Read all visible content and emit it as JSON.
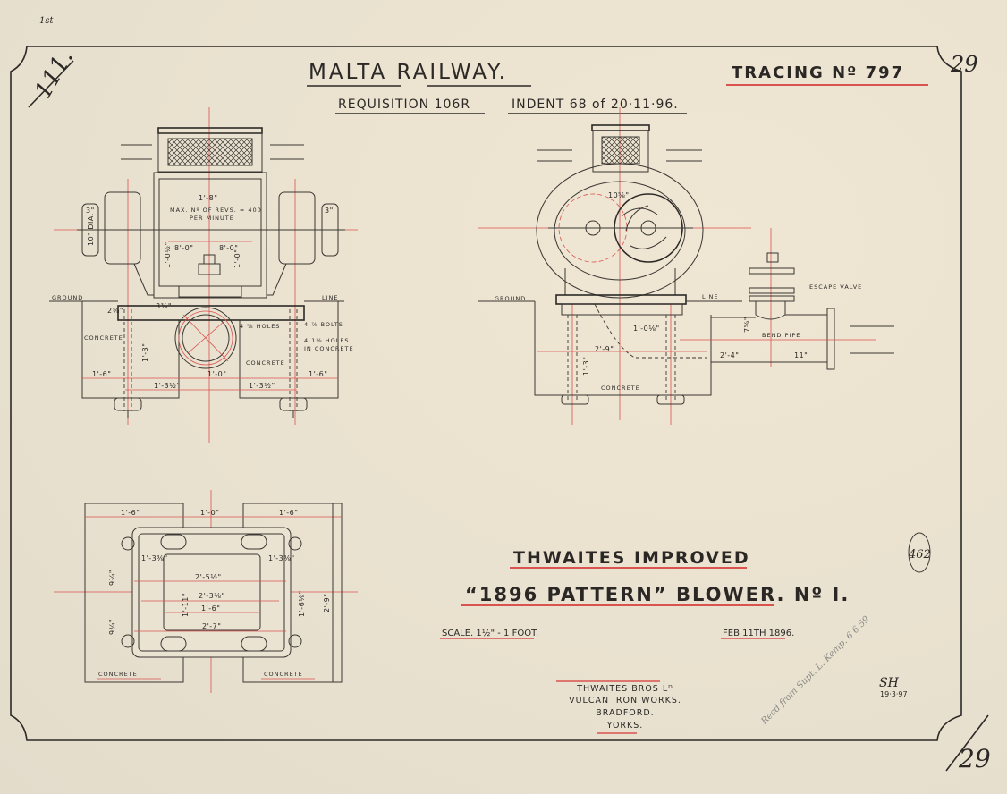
{
  "header": {
    "title": "MALTA RAILWAY.",
    "tracing": "TRACING Nº 797",
    "requisition": "REQUISITION 106R",
    "indent": "INDENT 68 of 20·11·96."
  },
  "annotations": {
    "top_left_number": "111.",
    "top_left_small": "1st",
    "top_right_number": "29",
    "bottom_right_number": "29",
    "circled_number": "462",
    "pencil_note": "Recd from Supt. L. Kemp. 6 6 59",
    "monogram": "SH",
    "monogram_date": "19·3·97"
  },
  "title_block": {
    "line1": "THWAITES IMPROVED",
    "line2": "“1896 PATTERN” BLOWER. Nº I.",
    "scale": "SCALE. 1½\" - 1 FOOT.",
    "date": "FEB 11TH 1896.",
    "maker": [
      "THWAITES BROS Lᴰ",
      "VULCAN IRON WORKS.",
      "BRADFORD.",
      "YORKS."
    ]
  },
  "front_elevation": {
    "ground": "GROUND",
    "line": "LINE",
    "revs": "MAX. Nº OF REVS. = 400",
    "per_minute": "PER MINUTE",
    "concrete_left": "CONCRETE",
    "concrete_right": "CONCRETE",
    "holes": "4 ⅝ HOLES",
    "bolts": "4 ⅞ BOLTS",
    "holes_concrete": "4 1⅜ HOLES",
    "in_concrete": "IN CONCRETE",
    "dims": [
      "1'-8\"",
      "8'-0\"",
      "8'-0\"",
      "1'-0½\"",
      "1'-0\"",
      "1'-3\"",
      "1'-6\"",
      "1'-3½\"",
      "1'-0\"",
      "1'-3½\"",
      "1'-6\"",
      "10\" DIA.",
      "3\"",
      "3\"",
      "2⅝\"",
      "3⅜\""
    ]
  },
  "side_elevation": {
    "ground": "GROUND",
    "line": "LINE",
    "escape_valve": "ESCAPE VALVE",
    "bend_pipe": "BEND PIPE",
    "concrete": "CONCRETE",
    "dims": [
      "10⅝\"",
      "1'-0⅛\"",
      "2'-9\"",
      "1'-3\"",
      "2'-4\"",
      "11\"",
      "7⅝\""
    ]
  },
  "plan": {
    "concrete_left": "CONCRETE",
    "concrete_right": "CONCRETE",
    "dims": [
      "1'-6\"",
      "1'-0\"",
      "1'-6\"",
      "1'-3⅜\"",
      "1'-3⅜\"",
      "9¼\"",
      "9¼\"",
      "2'-5½\"",
      "2'-3⅜\"",
      "1'-6\"",
      "2'-7\"",
      "1'-11\"",
      "1'-6⅛\"",
      "2'-9\""
    ]
  },
  "colors": {
    "paper": "#ece5d6",
    "ink": "#3a3632",
    "red": "#d9534f"
  }
}
